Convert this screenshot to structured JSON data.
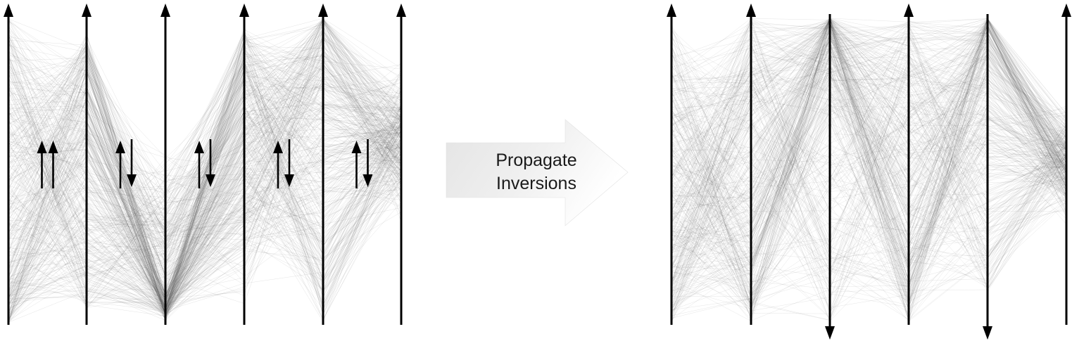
{
  "transition_arrow": {
    "line1": "Propagate",
    "line2": "Inversions"
  },
  "left_panel": {
    "axes": [
      {
        "direction": "up"
      },
      {
        "direction": "up"
      },
      {
        "direction": "up"
      },
      {
        "direction": "up"
      },
      {
        "direction": "up"
      },
      {
        "direction": "up"
      }
    ],
    "pair_indicators": [
      [
        "up",
        "up"
      ],
      [
        "up",
        "down"
      ],
      [
        "up",
        "down"
      ],
      [
        "up",
        "down"
      ],
      [
        "up",
        "down"
      ]
    ]
  },
  "right_panel": {
    "axes": [
      {
        "direction": "up"
      },
      {
        "direction": "up"
      },
      {
        "direction": "down"
      },
      {
        "direction": "up"
      },
      {
        "direction": "down"
      },
      {
        "direction": "up"
      }
    ]
  },
  "colors": {
    "axis": "#000000",
    "polyline": "#555555",
    "arrow_gradient_start": "#e4e4e4",
    "arrow_gradient_end": "#ffffff"
  }
}
